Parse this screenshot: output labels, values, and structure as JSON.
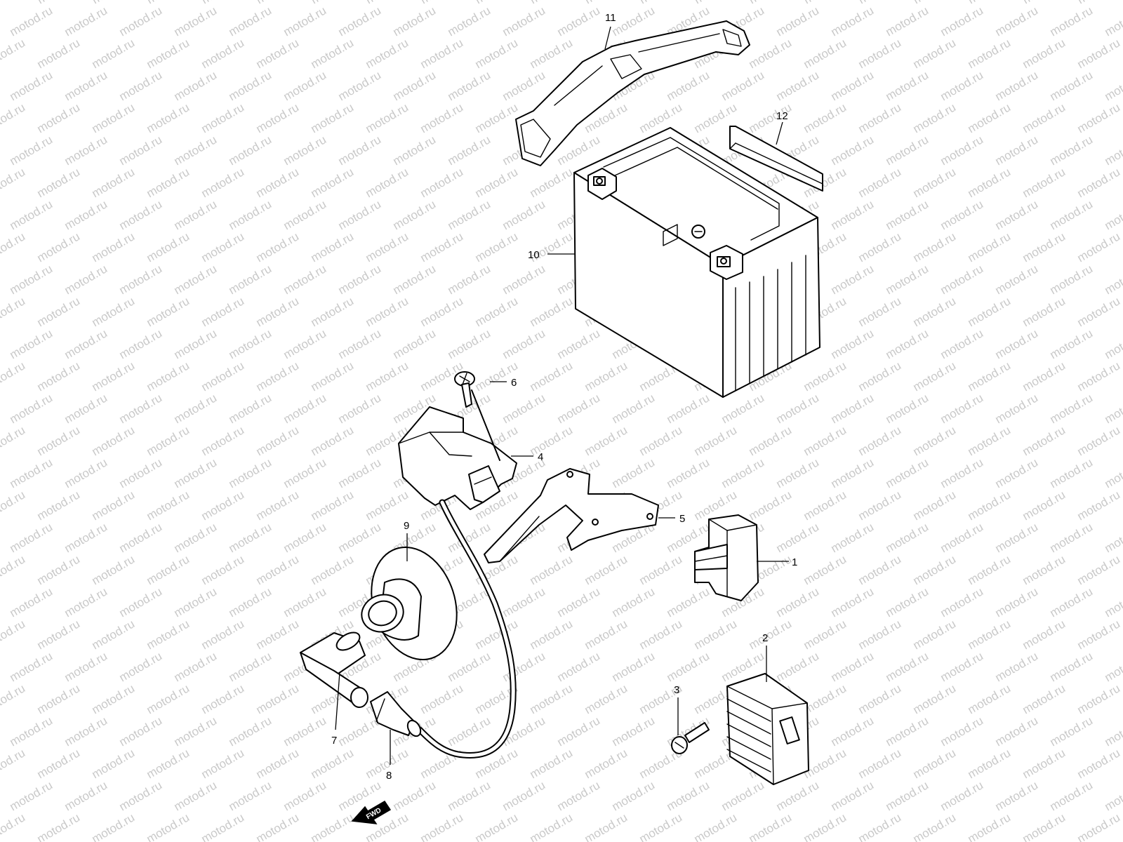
{
  "watermark": "motod.ru",
  "direction_label": "FWD",
  "callouts": {
    "c1": "1",
    "c2": "2",
    "c3": "3",
    "c4": "4",
    "c5": "5",
    "c6": "6",
    "c7": "7",
    "c8": "8",
    "c9": "9",
    "c10": "10",
    "c11": "11",
    "c12": "12"
  },
  "colors": {
    "line": "#000000",
    "watermark": "#c9c9c9",
    "background": "#ffffff"
  }
}
